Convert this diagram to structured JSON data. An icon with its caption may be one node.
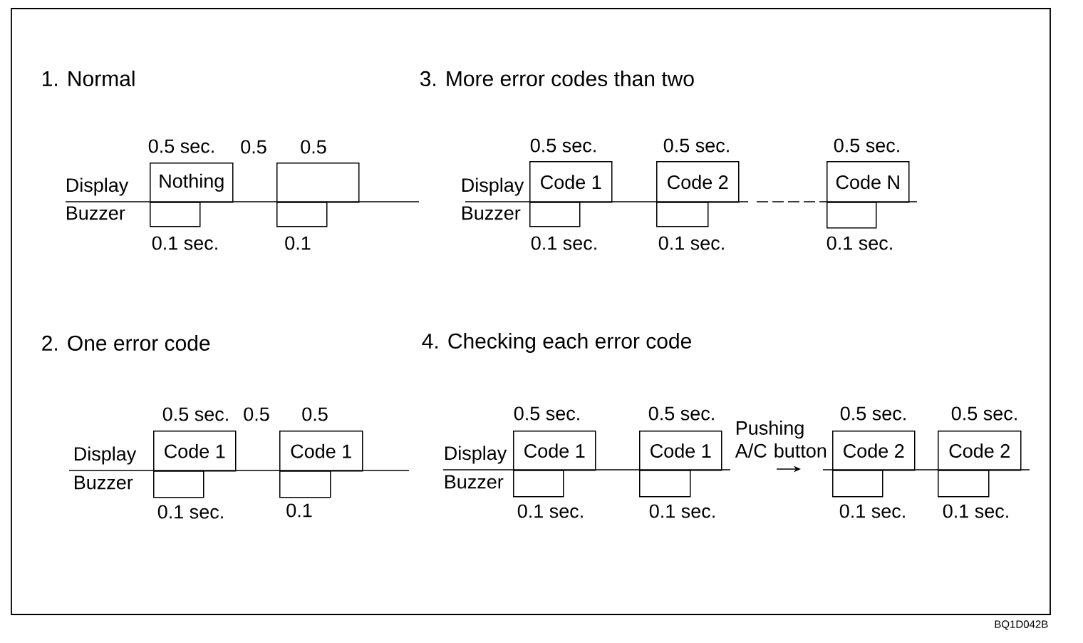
{
  "diagram": {
    "nodes": [
      {
        "text": [
          "Nothing"
        ],
        "beside": [
          "0.5 sec."
        ]
      },
      {
        "text": [],
        "shape": "box",
        "beside": [
          "0.1 sec."
        ]
      },
      {
        "text": [],
        "shape": "box",
        "beside": [
          "0.5"
        ]
      },
      {
        "text": [],
        "shape": "box",
        "beside": [
          "0.1"
        ]
      },
      {
        "text": [
          "Code 1"
        ],
        "beside": [
          "0.5 sec."
        ]
      },
      {
        "text": [],
        "shape": "box",
        "beside": [
          "0.1 sec."
        ]
      },
      {
        "text": [
          "Code 1"
        ],
        "beside": [
          "0.5"
        ]
      },
      {
        "text": [],
        "shape": "box",
        "beside": [
          "0.1"
        ]
      },
      {
        "text": [
          "Code 1"
        ],
        "beside": [
          "0.5 sec."
        ]
      },
      {
        "text": [],
        "shape": "box",
        "beside": [
          "0.1 sec."
        ]
      },
      {
        "text": [
          "Code 2"
        ],
        "beside": [
          "0.5 sec."
        ]
      },
      {
        "text": [],
        "shape": "box",
        "beside": [
          "0.1 sec."
        ]
      },
      {
        "text": [
          "Code N"
        ],
        "beside": [
          "0.5 sec."
        ]
      },
      {
        "text": [],
        "shape": "box",
        "beside": [
          "0.1 sec."
        ]
      },
      {
        "text": [
          "Code 1"
        ],
        "beside": [
          "0.5 sec."
        ]
      },
      {
        "text": [],
        "shape": "box",
        "beside": [
          "0.1 sec."
        ]
      },
      {
        "text": [
          "Code 1"
        ],
        "beside": [
          "0.5 sec."
        ]
      },
      {
        "text": [],
        "shape": "box",
        "beside": [
          "0.1 sec."
        ]
      },
      {
        "text": [
          "Code 2"
        ],
        "beside": [
          "0.5 sec."
        ]
      },
      {
        "text": [],
        "shape": "box",
        "beside": [
          "0.1 sec."
        ]
      },
      {
        "text": [
          "Code 2"
        ],
        "beside": [
          "0.5 sec."
        ]
      },
      {
        "text": [],
        "shape": "box",
        "beside": [
          "0.1 sec."
        ]
      }
    ],
    "labels": [
      "1. Normal",
      "0.5",
      "Display",
      "Buzzer",
      "2. One error code",
      "0.5",
      "Display",
      "Buzzer",
      "3. More error codes than two",
      "Display",
      "Buzzer",
      "4. Checking each error code",
      "Display",
      "Buzzer",
      "Pushing A/C button",
      "BQ1D042B"
    ]
  }
}
